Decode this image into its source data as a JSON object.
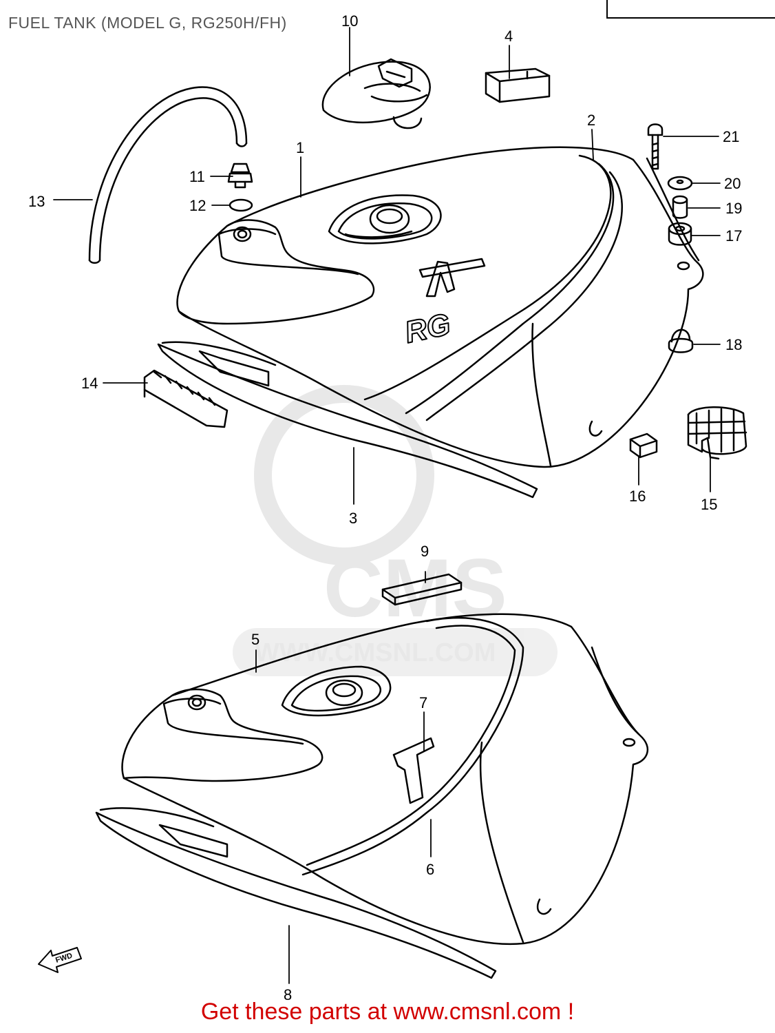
{
  "title": "FUEL TANK (MODEL G, RG250H/FH)",
  "footer": "Get these parts at www.cmsnl.com !",
  "watermark": {
    "logo": "CMS",
    "url": "WWW.CMSNL.COM"
  },
  "tank_marking": "RG",
  "direction_marker": "FWD",
  "colors": {
    "title": "#555555",
    "footer": "#d20000",
    "line": "#000000",
    "watermark": "#e6e6e6"
  },
  "callouts": [
    "1",
    "2",
    "3",
    "4",
    "5",
    "6",
    "7",
    "8",
    "9",
    "10",
    "11",
    "12",
    "13",
    "14",
    "15",
    "16",
    "17",
    "18",
    "19",
    "20",
    "21"
  ]
}
